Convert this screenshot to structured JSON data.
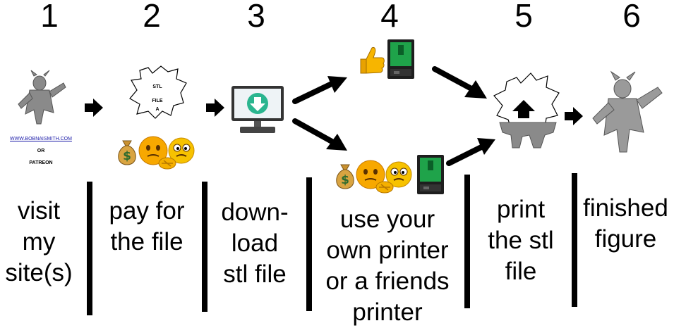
{
  "steps": [
    {
      "number": "1",
      "caption": [
        "visit",
        "my",
        "site(s)"
      ]
    },
    {
      "number": "2",
      "caption": [
        "pay for",
        "the file"
      ]
    },
    {
      "number": "3",
      "caption": [
        "down-",
        "load",
        "stl file"
      ]
    },
    {
      "number": "4",
      "caption": [
        "use your",
        "own printer",
        "or a friends",
        "printer"
      ]
    },
    {
      "number": "5",
      "caption": [
        "print",
        "the stl",
        "file"
      ]
    },
    {
      "number": "6",
      "caption": [
        "finished",
        "figure"
      ]
    }
  ],
  "site": {
    "url": "WWW.BOBNAISMITH.COM",
    "or": "OR",
    "patreon": "PATREON"
  },
  "stl_shape": {
    "line1": "STL",
    "line2": "FILE",
    "line3": "A"
  },
  "icons": [
    "figure-icon",
    "money-bag-icon",
    "emoji-face-icon",
    "handshake-icon",
    "monitor-download-icon",
    "thumbs-up-icon",
    "3d-printer-icon",
    "arrow-icon"
  ]
}
